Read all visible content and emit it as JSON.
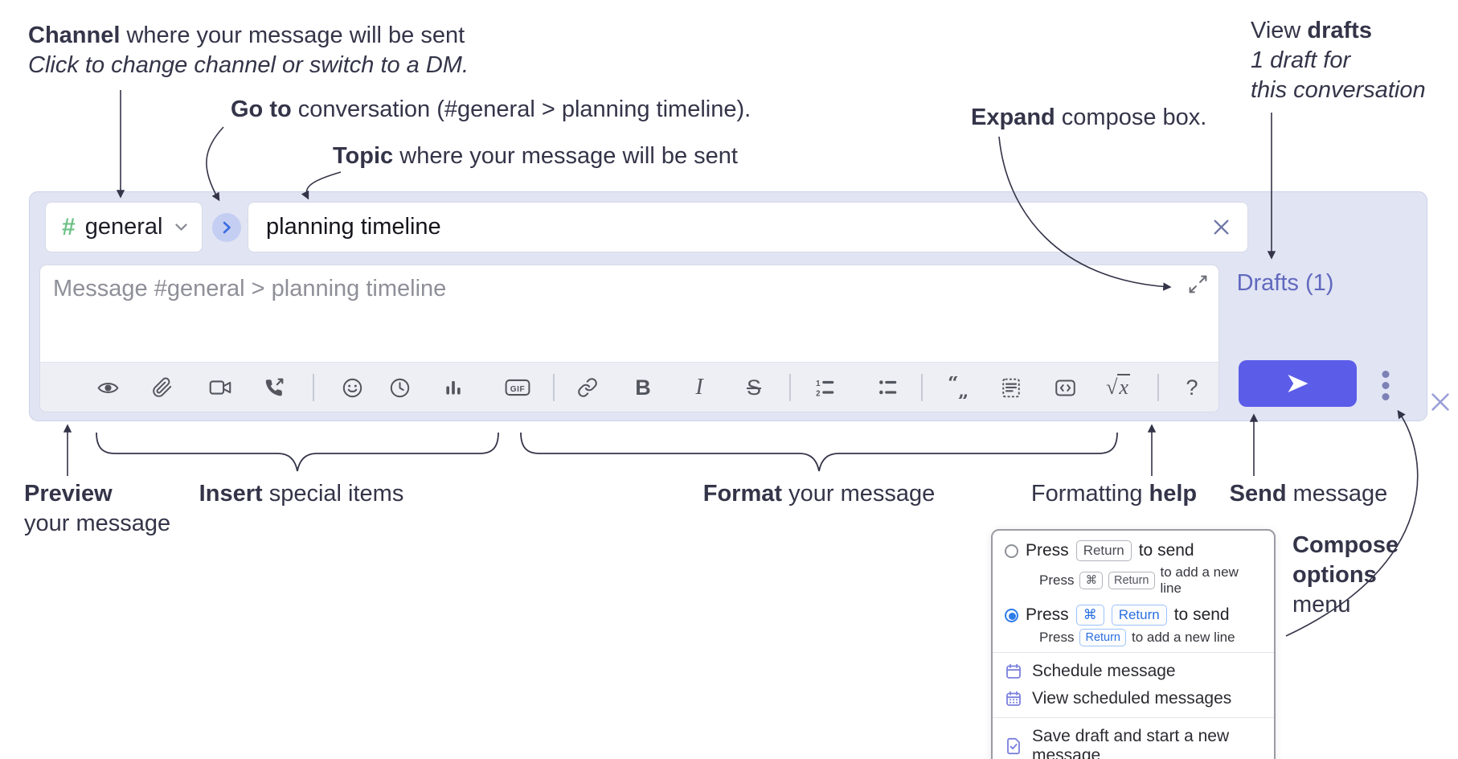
{
  "annotations": {
    "channel": {
      "bold": "Channel",
      "rest": " where your message will be sent",
      "italic": "Click to change channel or switch to a DM."
    },
    "goto": {
      "bold": "Go to",
      "rest": " conversation (#general > planning timeline)."
    },
    "topic": {
      "bold": "Topic",
      "rest": " where your message will be sent"
    },
    "expand": {
      "bold": "Expand",
      "rest": " compose box."
    },
    "view_drafts": {
      "pre": "View ",
      "bold": "drafts",
      "line2": "1 draft for",
      "line3": "this conversation"
    },
    "preview": {
      "bold": "Preview",
      "line2": "your message"
    },
    "insert": {
      "bold": "Insert",
      "rest": " special items"
    },
    "format": {
      "bold": "Format",
      "rest": " your message"
    },
    "help": {
      "pre": "Formatting ",
      "bold": "help"
    },
    "send": {
      "bold": "Send",
      "rest": " message"
    },
    "compose_options": {
      "bold1": "Compose",
      "bold2": "options",
      "line3": "menu"
    }
  },
  "compose": {
    "channel_hash": "#",
    "channel_name": "general",
    "topic_value": "planning timeline",
    "message_placeholder": "Message #general > planning timeline",
    "drafts_label": "Drafts (1)",
    "toolbar": {
      "icons": [
        "preview",
        "attach-file",
        "video-call",
        "voice-call",
        "emoji",
        "schedule-time",
        "poll",
        "gif",
        "link",
        "bold",
        "italic",
        "strikethrough",
        "numbered-list",
        "bulleted-list",
        "quote",
        "spoiler",
        "code",
        "math",
        "help"
      ],
      "gif": "GIF",
      "bold": "B",
      "italic": "I",
      "strike": "S",
      "quote_open": "“",
      "quote_close": "„",
      "sqrt_sign": "√",
      "sqrt_var": "x",
      "help": "?"
    }
  },
  "menu": {
    "opt1": {
      "t1": "Press",
      "k1": "Return",
      "t2": "to send"
    },
    "opt1_sub": {
      "t1": "Press",
      "k1": "⌘",
      "k2": "Return",
      "t2": "to add a new line"
    },
    "opt2": {
      "t1": "Press",
      "k1": "⌘",
      "k2": "Return",
      "t2": "to send"
    },
    "opt2_sub": {
      "t1": "Press",
      "k1": "Return",
      "t2": "to add a new line"
    },
    "items": [
      {
        "icon": "calendar-icon",
        "label": "Schedule message"
      },
      {
        "icon": "calendar-grid-icon",
        "label": "View scheduled messages"
      },
      {
        "icon": "draft-check-icon",
        "label": "Save draft and start a new message"
      }
    ]
  },
  "colors": {
    "compose_bg": "#e1e4f3",
    "send_button": "#5b5ce8",
    "drafts_link": "#6169bf",
    "channel_hash_green": "#6ec188",
    "goto_circle_bg": "#c4cef2",
    "goto_chevron_blue": "#3c6ce0",
    "annotation_text": "#343449",
    "toolbar_icon": "#54565e",
    "menu_icon_indigo": "#7b80dd",
    "kbd_blue": "#2a6fe1",
    "radio_selected_blue": "#2e7ce8"
  }
}
